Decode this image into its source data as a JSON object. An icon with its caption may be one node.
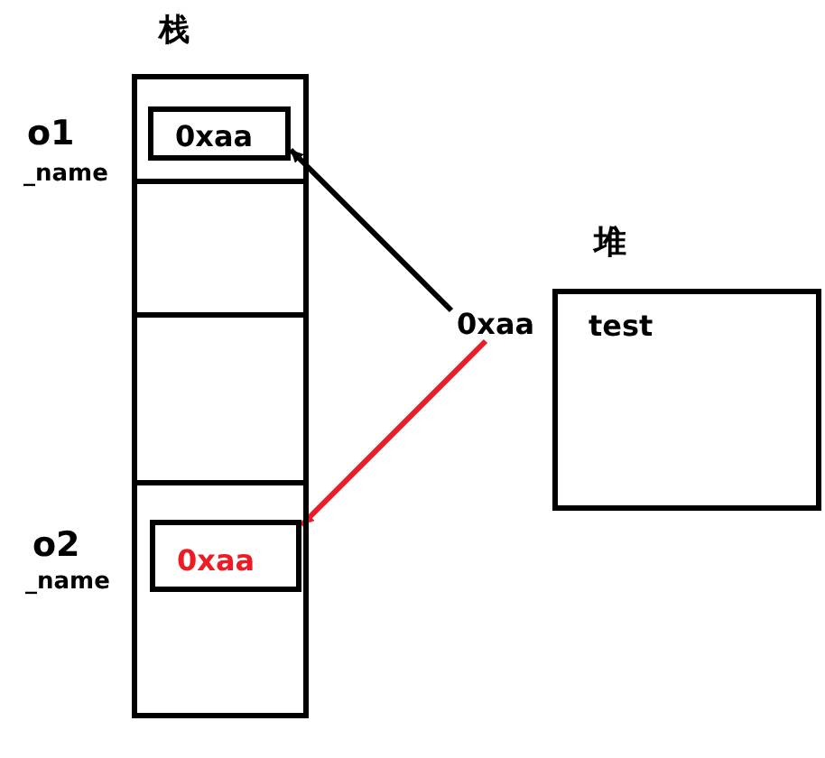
{
  "diagram": {
    "nodes": [
      {
        "text": [
          "栈"
        ]
      },
      {
        "text": [
          "0xaa"
        ],
        "in": 0,
        "beside": [
          "o1",
          "_name"
        ]
      },
      {
        "text": [
          "0xaa"
        ],
        "in": 0,
        "beside": [
          "o2",
          "_name"
        ]
      },
      {
        "text": [
          "0xaa"
        ]
      },
      {
        "text": [
          "堆",
          "test"
        ]
      }
    ],
    "edges": [
      {
        "from": 3,
        "to": 1,
        "arrow": "to"
      },
      {
        "from": 3,
        "to": 2,
        "arrow": "to",
        "color": "#ed1c24"
      }
    ]
  }
}
